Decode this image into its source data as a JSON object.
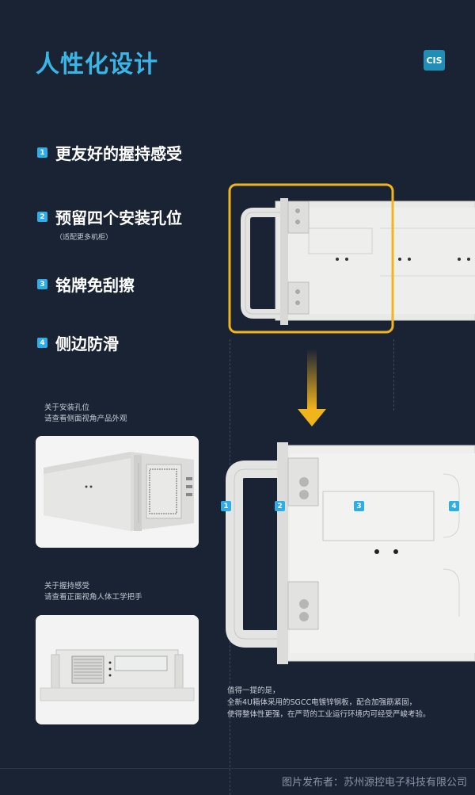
{
  "header": {
    "title": "人性化设计",
    "badge": "CIS"
  },
  "features": [
    {
      "num": "1",
      "label": "更友好的握持感受"
    },
    {
      "num": "2",
      "label": "预留四个安装孔位",
      "note": "（适配更多机柜）"
    },
    {
      "num": "3",
      "label": "铭牌免刮擦"
    },
    {
      "num": "4",
      "label": "侧边防滑"
    }
  ],
  "captions": {
    "side_view": [
      "关于安装孔位",
      "请查看侧面视角产品外观"
    ],
    "front_view": [
      "关于握持感受",
      "请查看正面视角人体工学把手"
    ]
  },
  "callouts": [
    "1",
    "2",
    "3",
    "4"
  ],
  "note": [
    "值得一提的是，",
    "全新4U箱体采用的SGCC电镀锌钢板，配合加强筋紧固，",
    "使得整体性更强，在严苛的工业运行环境内可经受严峻考验。"
  ],
  "footer": "图片发布者：苏州源控电子科技有限公司",
  "colors": {
    "background": "#1a2334",
    "accent": "#38b6e6",
    "highlight": "#f0b41c"
  }
}
